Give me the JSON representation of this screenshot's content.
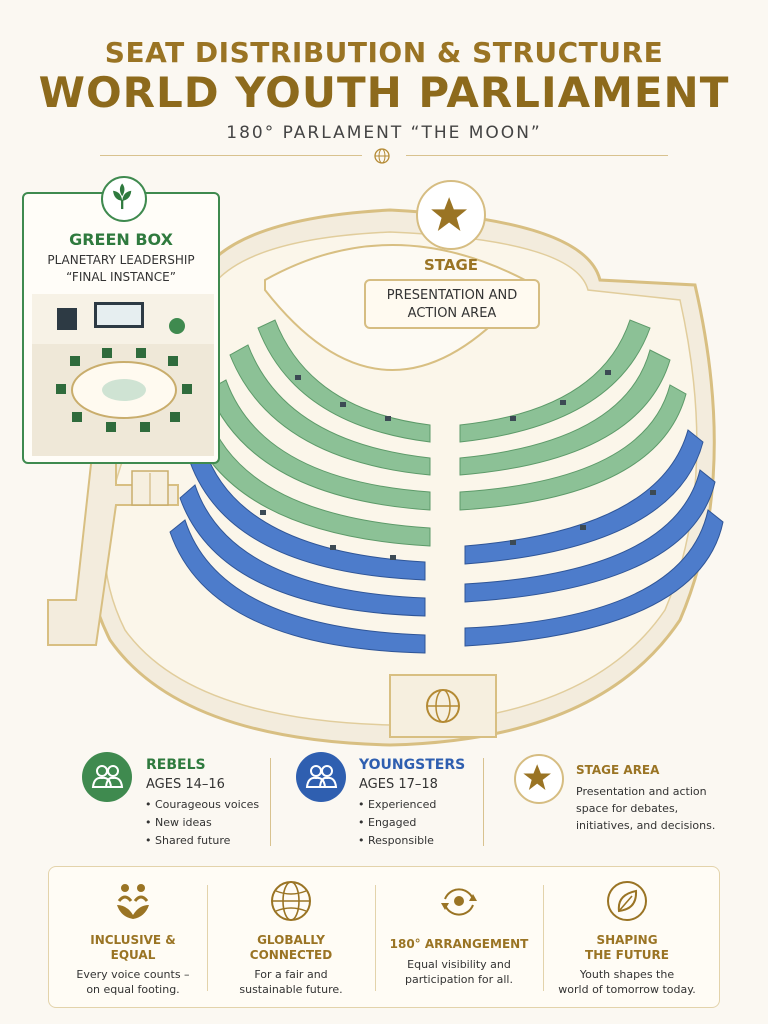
{
  "header": {
    "title_line1": "SEAT DISTRIBUTION & STRUCTURE",
    "title_line2": "WORLD YOUTH PARLIAMENT",
    "subtitle": "180° PARLAMENT “THE MOON”"
  },
  "green_box": {
    "title": "GREEN BOX",
    "line1": "PLANETARY LEADERSHIP",
    "line2": "“FINAL INSTANCE”",
    "icon": "leaf-icon"
  },
  "stage": {
    "label": "STAGE",
    "box_line1": "PRESENTATION AND",
    "box_line2": "ACTION AREA",
    "icon": "star-icon"
  },
  "legend": {
    "rebels": {
      "title": "REBELS",
      "ages": "AGES 14–16",
      "items": [
        "Courageous voices",
        "New ideas",
        "Shared future"
      ],
      "color": "#3f8a4f",
      "icon": "people-icon"
    },
    "youngsters": {
      "title": "YOUNGSTERS",
      "ages": "AGES 17–18",
      "items": [
        "Experienced",
        "Engaged",
        "Responsible"
      ],
      "color": "#2f5fb0",
      "icon": "people-icon"
    },
    "stage_area": {
      "title": "STAGE AREA",
      "line1": "Presentation and action",
      "line2": "space for debates,",
      "line3": "initiatives, and decisions.",
      "icon": "star-icon"
    }
  },
  "values": [
    {
      "title_line1": "INCLUSIVE &",
      "title_line2": "EQUAL",
      "desc_line1": "Every voice counts –",
      "desc_line2": "on equal footing.",
      "icon": "inclusion-icon"
    },
    {
      "title_line1": "GLOBALLY",
      "title_line2": "CONNECTED",
      "desc_line1": "For a fair and",
      "desc_line2": "sustainable future.",
      "icon": "globe-icon"
    },
    {
      "title_line1": "180° ARRANGEMENT",
      "title_line2": "",
      "desc_line1": "Equal visibility and",
      "desc_line2": "participation for all.",
      "icon": "arrangement-icon"
    },
    {
      "title_line1": "SHAPING",
      "title_line2": "THE FUTURE",
      "desc_line1": "Youth shapes the",
      "desc_line2": "world of tomorrow today.",
      "icon": "leaf-icon"
    }
  ],
  "colors": {
    "gold": "#9a7424",
    "green_seats": "#7fb88a",
    "blue_seats": "#3f6fc0"
  }
}
